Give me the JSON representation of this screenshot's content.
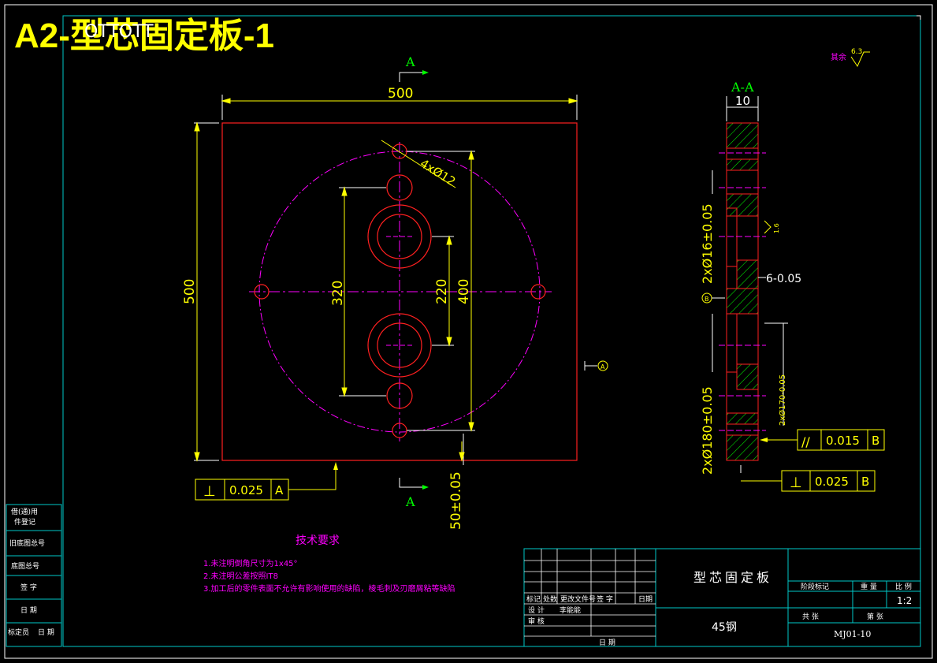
{
  "drawing_title": "A2-型芯固定板-1",
  "title_overlay": "OTTOTT",
  "section": {
    "top_marker": "A",
    "bottom_marker": "A",
    "view_label": "A-A",
    "thickness": "10"
  },
  "roughness": {
    "label": "其余",
    "value": "6.3",
    "local": "1.6"
  },
  "dimensions": {
    "width": "500",
    "height": "500",
    "hole_spacing": "320",
    "bore_spacing": "220",
    "circle_dia": "400",
    "holes": "4xØ12",
    "bottom_offset": "50±0.05",
    "side_bore1": "2xØ16±0.05",
    "side_bore2": "2xØ180±0.05",
    "side_bore3": "2xØ170-0.05",
    "step_depth": "6-0.05"
  },
  "datums": {
    "a": "A",
    "b": "B"
  },
  "tolerances": [
    {
      "symbol": "⊥",
      "value": "0.025",
      "datum": "A"
    },
    {
      "symbol": "//",
      "value": "0.015",
      "datum": "B"
    },
    {
      "symbol": "⊥",
      "value": "0.025",
      "datum": "B"
    }
  ],
  "tech_req": {
    "title": "技术要求",
    "items": [
      "1.未注明倒角尺寸为1x45°",
      "2.未注明公差按照IT8",
      "3.加工后的零件表面不允许有影响使用的缺陷，棱毛刺及刃磨屑粘等缺陷"
    ]
  },
  "left_panel": [
    "借(通)用",
    "件登记",
    "旧底图总号",
    "底图总号",
    "签 字",
    "日 期",
    "标定员",
    "日 期"
  ],
  "title_block": {
    "part_name": "型芯固定板",
    "material": "45钢",
    "drawing_no": "MJ01-10",
    "scale": "1:2",
    "row_labels": [
      "标记",
      "处数",
      "更改文件号",
      "签 字",
      "日期"
    ],
    "design": "设 计",
    "designer": "李能能",
    "check": "审 核",
    "date_label": "日 期",
    "stage": "阶段标记",
    "weight": "重 量",
    "ratio": "比 例",
    "sheets": "共 张",
    "sheet_of": "第 张"
  }
}
